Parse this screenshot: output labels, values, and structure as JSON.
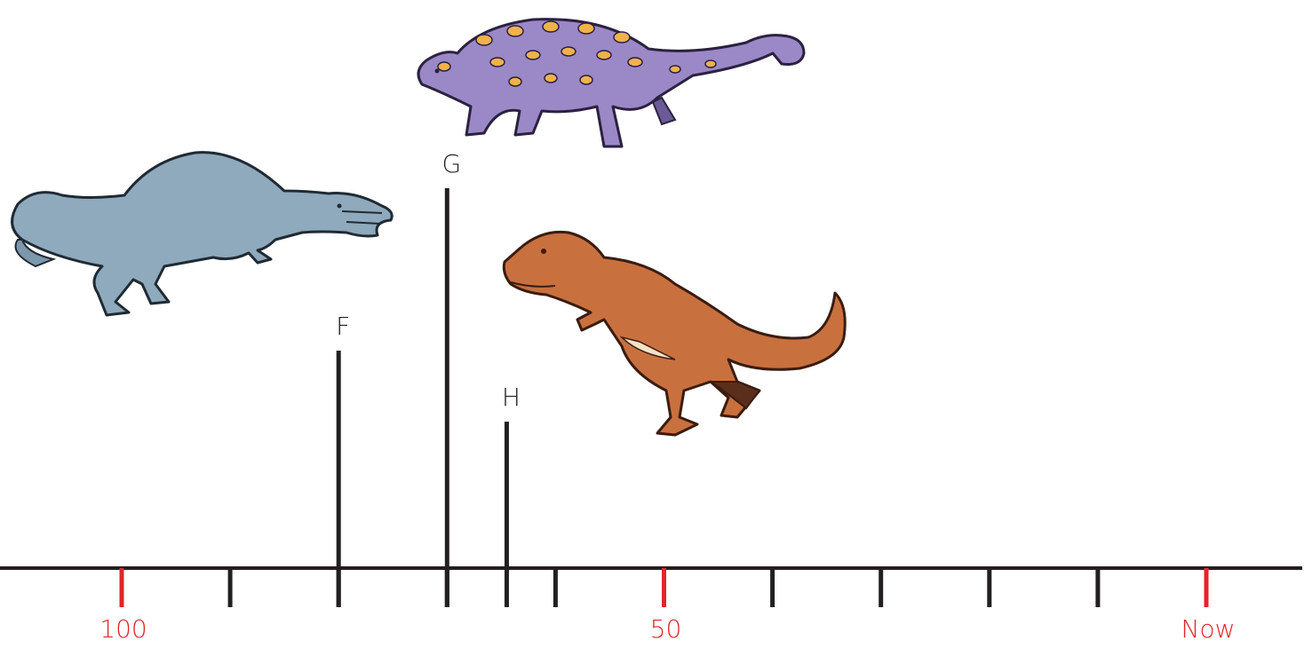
{
  "timeline": {
    "axis_labels": [
      {
        "value": 100,
        "text": "100"
      },
      {
        "value": 50,
        "text": "50"
      },
      {
        "value": 0,
        "text": "Now"
      }
    ],
    "tick_values": [
      100,
      90,
      80,
      70,
      60,
      50,
      40,
      30,
      20,
      10,
      0
    ],
    "markers": [
      {
        "label": "F",
        "value": 80
      },
      {
        "label": "G",
        "value": 70
      },
      {
        "label": "H",
        "value": 64.5
      }
    ],
    "colors": {
      "axis": "#231f20",
      "labeled_tick": "#e0262b",
      "marker": "#231f20"
    }
  },
  "illustrations": [
    {
      "name": "spinosaurus",
      "color": "#8fa9bd"
    },
    {
      "name": "ankylosaurus",
      "color": "#9b88c6"
    },
    {
      "name": "tyrannosaurus",
      "color": "#c9703f"
    }
  ]
}
